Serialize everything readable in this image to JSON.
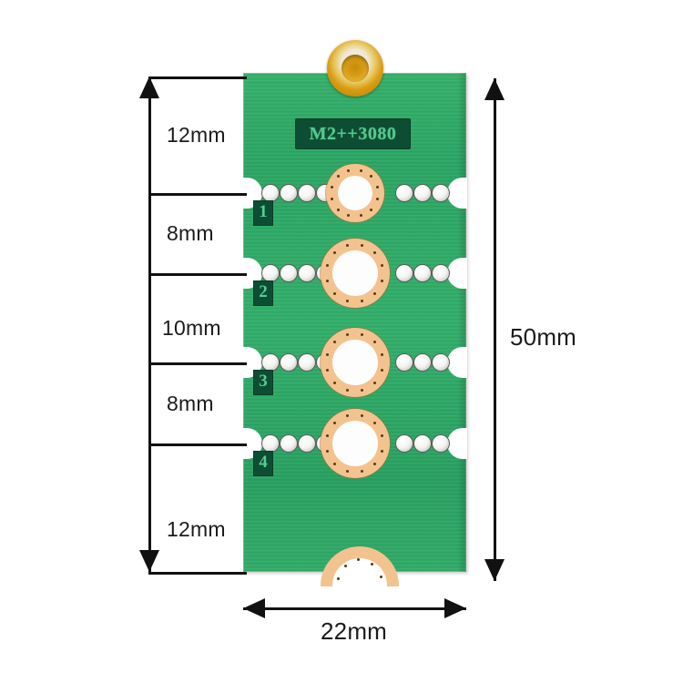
{
  "image": {
    "subject": "M.2 NGFF SSD length adapter extension board",
    "background_color": "#ffffff"
  },
  "pcb": {
    "silkscreen_label": "M2++3080",
    "solder_mask_color": "#2aa563",
    "pad_color": "#f3c38f",
    "silk_box_color": "#0d4d33",
    "silk_text_color": "#53c98e",
    "standoff_color": "#d99b10",
    "row_markers": [
      "1",
      "2",
      "3",
      "4"
    ]
  },
  "dimensions": {
    "left_segments": [
      {
        "label": "12mm",
        "value": 12,
        "unit": "mm"
      },
      {
        "label": "8mm",
        "value": 8,
        "unit": "mm"
      },
      {
        "label": "10mm",
        "value": 10,
        "unit": "mm"
      },
      {
        "label": "8mm",
        "value": 8,
        "unit": "mm"
      },
      {
        "label": "12mm",
        "value": 12,
        "unit": "mm"
      }
    ],
    "total_height": {
      "label": "50mm",
      "value": 50,
      "unit": "mm"
    },
    "total_width": {
      "label": "22mm",
      "value": 22,
      "unit": "mm"
    }
  }
}
